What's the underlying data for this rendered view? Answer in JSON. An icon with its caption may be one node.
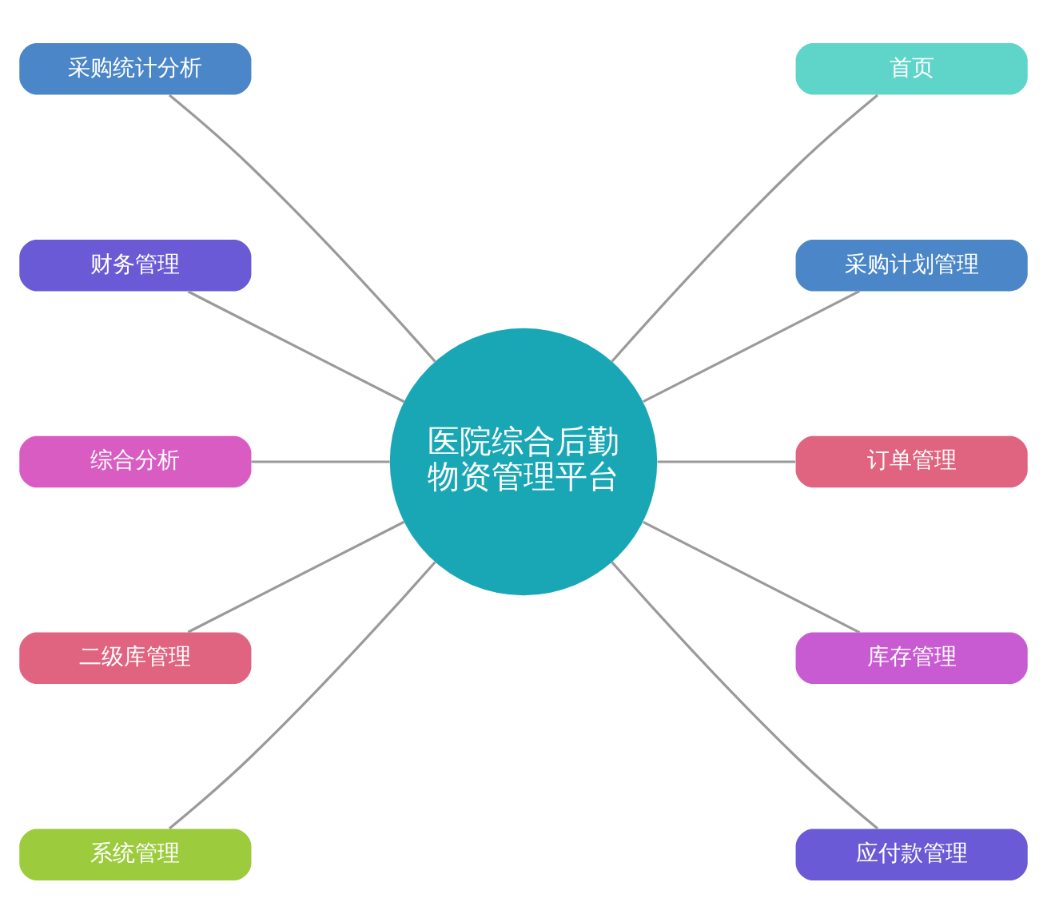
{
  "diagram": {
    "nodes": [
      {
        "text": [
          "采购统计分析"
        ]
      },
      {
        "text": [
          "首页"
        ]
      },
      {
        "text": [
          "财务管理"
        ]
      },
      {
        "text": [
          "采购计划管理"
        ]
      },
      {
        "text": [
          "综合分析"
        ]
      },
      {
        "text": [
          "医院综合后勤物资管理平台"
        ]
      },
      {
        "text": [
          "订单管理"
        ]
      },
      {
        "text": [
          "二级库管理"
        ]
      },
      {
        "text": [
          "库存管理"
        ]
      },
      {
        "text": [
          "系统管理"
        ]
      },
      {
        "text": [
          "应付款管理"
        ]
      }
    ],
    "edges": [
      {
        "from": 0,
        "to": 5,
        "arrow": "none"
      },
      {
        "from": 5,
        "to": 1,
        "arrow": "none"
      },
      {
        "from": 2,
        "to": 5,
        "arrow": "none"
      },
      {
        "from": 5,
        "to": 3,
        "arrow": "none"
      },
      {
        "from": 4,
        "to": 5,
        "arrow": "none"
      },
      {
        "from": 5,
        "to": 6,
        "arrow": "none"
      },
      {
        "from": 7,
        "to": 5,
        "arrow": "none"
      },
      {
        "from": 5,
        "to": 8,
        "arrow": "none"
      },
      {
        "from": 9,
        "to": 5,
        "arrow": "none"
      },
      {
        "from": 5,
        "to": 10,
        "arrow": "none"
      }
    ]
  }
}
